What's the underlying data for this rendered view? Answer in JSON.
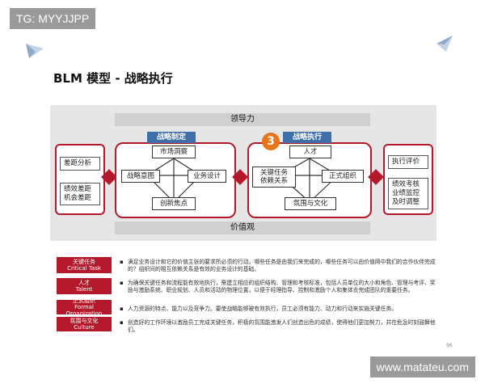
{
  "overlay": {
    "top_tag": "TG: MYYJJPP",
    "bottom_tag": "www.matateu.com"
  },
  "slide": {
    "title": "BLM 模型 - 战略执行",
    "page_number": "96"
  },
  "diagram": {
    "top_bar": "领导力",
    "bottom_bar": "价值观",
    "left_side": [
      "差距分析",
      "绩效差距\n机会差距"
    ],
    "right_side": [
      "执行评价",
      "绩效考核\n业绩监控\n及时调整"
    ],
    "strategy_panel": {
      "title": "战略制定",
      "boxes": {
        "top": "市场洞察",
        "left": "战略意图",
        "right": "业务设计",
        "bottom": "创新焦点"
      }
    },
    "execution_panel": {
      "title": "战略执行",
      "badge": "3",
      "boxes": {
        "top": "人才",
        "left": "关键任务\n依赖关系",
        "right": "正式组织",
        "bottom": "氛围与文化"
      }
    },
    "colors": {
      "accent_red": "#b3192b",
      "panel_title_blue": "#3f6fa8",
      "badge_orange": "#e8751a"
    }
  },
  "legend": [
    {
      "label_cn": "关键任务",
      "label_en": "Critical Task",
      "text": "满足业务设计和它的价值主张的要求所必须的行动。哪些任务是由我们来完成的，哪些任务可以由价值网中我们的合作伙伴完成的？组织间的相互依赖关系是有效的业务设计的基础。"
    },
    {
      "label_cn": "人才",
      "label_en": "Talent",
      "text": "为确保关键任务和流程能有效地执行，需建立相应的组织结构、管理和考核标准，包括人员单位的大小和角色、管理与考评、奖励与激励系统、职业规划、人员和活动的物理位置，以便于经理指导、控制和激励个人和集体去完成团队的重要任务。"
    },
    {
      "label_cn": "正式组织",
      "label_en": "Formal Organization",
      "text": "人力资源的特点、能力以及竞争力。要使战略能够被有效执行，员工必须有能力、动力和行动来实施关键任务。"
    },
    {
      "label_cn": "氛围与文化",
      "label_en": "Culture",
      "text": "创造好的工作环境以激励员工完成关键任务，积极的氛围能激发人们创造出色的成绩，使得他们更加努力，并在危急时刻鼓舞他们。"
    }
  ]
}
